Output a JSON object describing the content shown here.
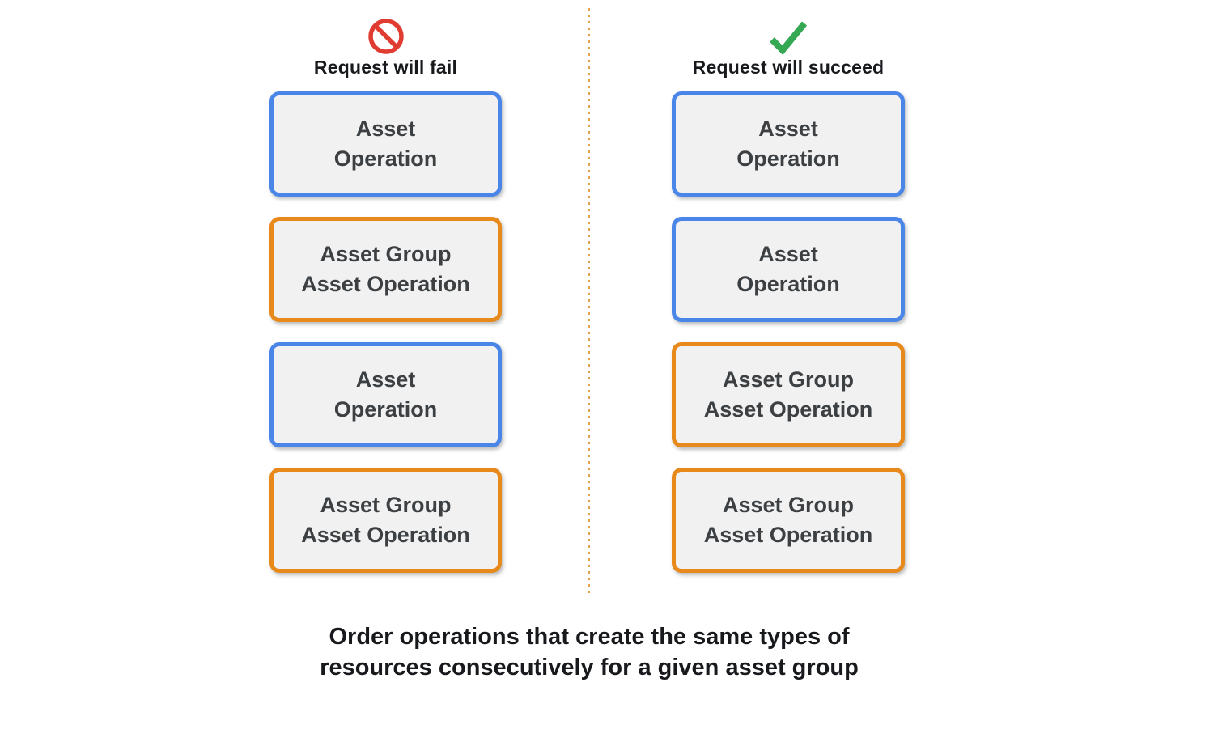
{
  "diagram": {
    "fail_column": {
      "icon": "prohibition-icon",
      "header": "Request will fail",
      "boxes": [
        {
          "kind": "asset_operation",
          "line1": "Asset",
          "line2": "Operation"
        },
        {
          "kind": "asset_group_asset_operation",
          "line1": "Asset Group",
          "line2": "Asset Operation"
        },
        {
          "kind": "asset_operation",
          "line1": "Asset",
          "line2": "Operation"
        },
        {
          "kind": "asset_group_asset_operation",
          "line1": "Asset Group",
          "line2": "Asset Operation"
        }
      ]
    },
    "succeed_column": {
      "icon": "checkmark-icon",
      "header": "Request will succeed",
      "boxes": [
        {
          "kind": "asset_operation",
          "line1": "Asset",
          "line2": "Operation"
        },
        {
          "kind": "asset_operation",
          "line1": "Asset",
          "line2": "Operation"
        },
        {
          "kind": "asset_group_asset_operation",
          "line1": "Asset Group",
          "line2": "Asset Operation"
        },
        {
          "kind": "asset_group_asset_operation",
          "line1": "Asset Group",
          "line2": "Asset Operation"
        }
      ]
    },
    "caption": {
      "line1": "Order operations that create the same types of",
      "line2": "resources consecutively for a given asset group"
    },
    "colors": {
      "asset_operation_border": "#4a86e8",
      "asset_group_asset_operation_border": "#e8891c",
      "box_background": "#f1f1f1",
      "box_text": "#3c4043",
      "fail_icon_red": "#e03c31",
      "succeed_icon_green": "#34a853",
      "divider_dots_orange": "#e6a04a",
      "heading_text": "#17191c"
    }
  }
}
